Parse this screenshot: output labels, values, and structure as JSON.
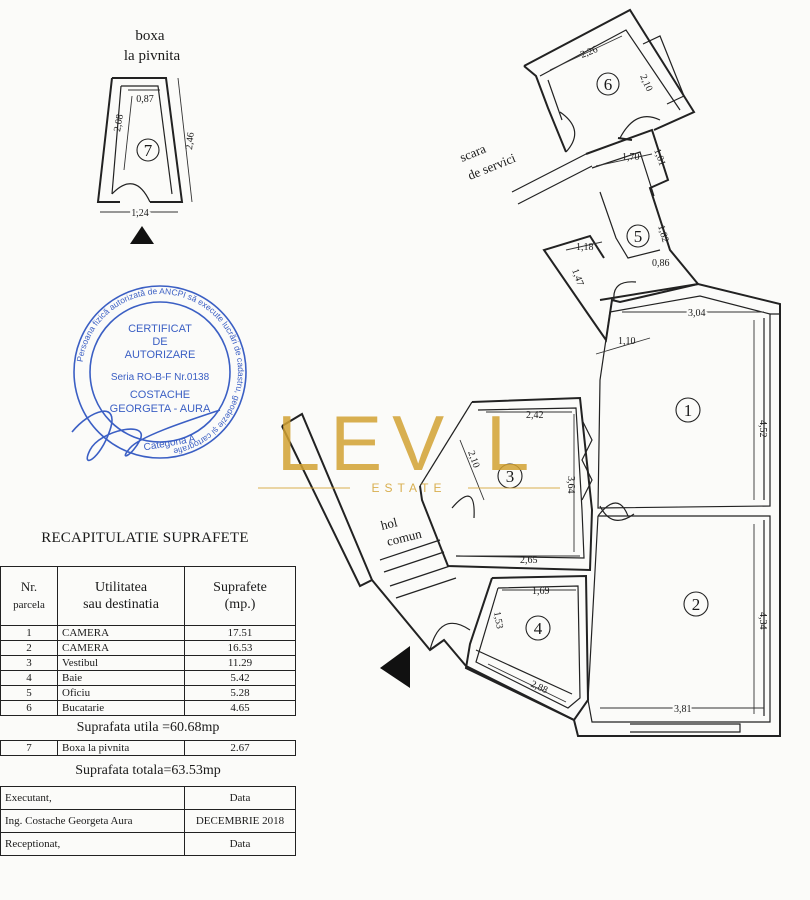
{
  "storage": {
    "title_line1": "boxa",
    "title_line2": "la pivnita",
    "dim_top": "0,87",
    "dim_side": "2,08",
    "dim_height": "2,46",
    "dim_width": "1,24",
    "room_number": "7"
  },
  "service_stair_line1": "scara",
  "service_stair_line2": "de servici",
  "rooms": [
    {
      "number": "1"
    },
    {
      "number": "2"
    },
    {
      "number": "3"
    },
    {
      "number": "4"
    },
    {
      "number": "5"
    },
    {
      "number": "6"
    }
  ],
  "dimensions": {
    "r6_top": "2,26",
    "r6_side": "2,10",
    "r5_top": "1,70",
    "r5_top_side": "1,01",
    "r5_left_w": "1,18",
    "r5_left_h": "1,47",
    "r5_right_h": "1,82",
    "r5_bottom": "0,86",
    "r1_entry": "1,10",
    "r1_width": "3,04",
    "r1_height": "4,52",
    "r3_top": "2,42",
    "r3_diag": "2,10",
    "r3_height": "3,64",
    "r3_bottom": "2,65",
    "r4_top": "1,69",
    "r4_side": "1,53",
    "r4_bottom": "2,88",
    "r2_width": "3,81",
    "r2_height": "4,34"
  },
  "common_hall_line1": "hol",
  "common_hall_line2": "comun",
  "watermark": {
    "main": "LEV L",
    "sub": "ESTATE"
  },
  "stamp": {
    "ring_text": "Persoana fizică autorizată de ANCPI să execute lucrări de cadastru, geodezie și cartografie",
    "line1": "CERTIFICAT",
    "line2": "DE",
    "line3": "AUTORIZARE",
    "series": "Seria RO-B-F Nr.0138",
    "name1": "COSTACHE",
    "name2": "GEORGETA - AURA",
    "category": "Categona A"
  },
  "recap": {
    "title": "RECAPITULATIE SUPRAFETE",
    "headers": {
      "nr_line1": "Nr.",
      "nr_line2": "parcela",
      "use_line1": "Utilitatea",
      "use_line2": "sau destinatia",
      "area_line1": "Suprafete",
      "area_line2": "(mp.)"
    },
    "rows": [
      {
        "nr": "1",
        "name": "CAMERA",
        "area": "17.51"
      },
      {
        "nr": "2",
        "name": "CAMERA",
        "area": "16.53"
      },
      {
        "nr": "3",
        "name": "Vestibul",
        "area": "11.29"
      },
      {
        "nr": "4",
        "name": "Baie",
        "area": "5.42"
      },
      {
        "nr": "5",
        "name": "Oficiu",
        "area": "5.28"
      },
      {
        "nr": "6",
        "name": "Bucatarie",
        "area": "4.65"
      }
    ],
    "usable_total": "Suprafata utila =60.68mp",
    "extra_row": {
      "nr": "7",
      "name": "Boxa la pivnita",
      "area": "2.67"
    },
    "grand_total": "Suprafata totala=63.53mp",
    "executant_label": "Executant,",
    "date_label": "Data",
    "executant_name": "Ing. Costache Georgeta Aura",
    "executant_date": "DECEMBRIE     2018",
    "receptionat_label": "Receptionat,",
    "receptionat_date_label": "Data"
  }
}
